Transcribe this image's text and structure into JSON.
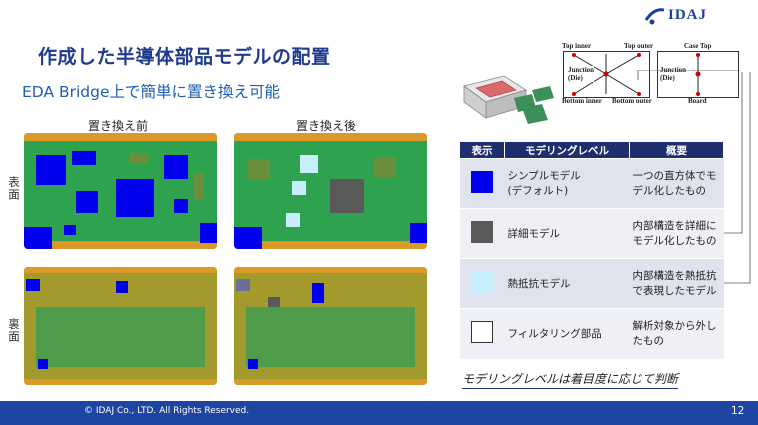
{
  "header": {
    "logo_text": "IDAJ",
    "title": "作成した半導体部品モデルの配置",
    "subtitle": "EDA Bridge上で簡単に置き換え可能"
  },
  "boards": {
    "before_label": "置き換え前",
    "after_label": "置き換え後",
    "top_side_label": "表面",
    "bottom_side_label": "裏面"
  },
  "diagram": {
    "top_inner": "Top inner",
    "top_outer": "Top outer",
    "junction_die": "Junction\n(Die)",
    "bottom_inner": "Bottom inner",
    "bottom_outer": "Bottom outer",
    "case_top": "Case Top",
    "board": "Board",
    "junction_die_2": "Junction\n(Die)"
  },
  "table": {
    "headers": [
      "表示",
      "モデリングレベル",
      "概要"
    ],
    "rows": [
      {
        "level": "シンプルモデル\n(デフォルト)",
        "summary": "一つの直方体でモデル化したもの",
        "color": "#0000ee"
      },
      {
        "level": "詳細モデル",
        "summary": "内部構造を詳細にモデル化したもの",
        "color": "#5a5a5a"
      },
      {
        "level": "熱抵抗モデル",
        "summary": "内部構造を熱抵抗で表現したモデル",
        "color": "#c7eefc"
      },
      {
        "level": "フィルタリング部品",
        "summary": "解析対象から外したもの",
        "color": "#ffffff"
      }
    ]
  },
  "note": "モデリングレベルは着目度に応じて判断",
  "footer": {
    "copyright": "© IDAJ Co., LTD. All Rights Reserved.",
    "page": "12"
  },
  "colors": {
    "accent": "#1f45a3",
    "title": "#1f3a8f",
    "table_header": "#1f2e6e"
  }
}
